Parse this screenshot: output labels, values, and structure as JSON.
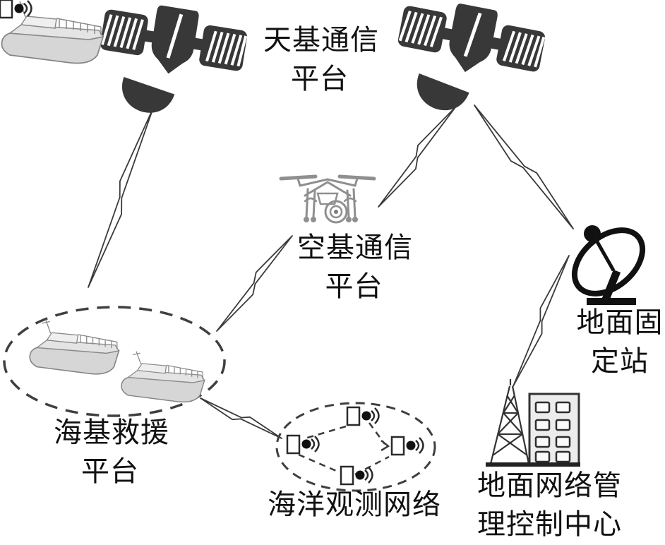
{
  "figure": {
    "type": "network-architecture-diagram",
    "background": "#ffffff",
    "colors": {
      "icon_dark": "#383838",
      "icon_black": "#111111",
      "icon_gray": "#8f8f8f",
      "ship_fill": "#d6d6d6",
      "ship_outline": "#858585",
      "outline": "#333333",
      "text": "#111111"
    },
    "nodes": [
      {
        "id": "space-platform",
        "icon": "satellite-icon",
        "icon_count": 2,
        "label_lines": [
          "天基通信",
          "平台"
        ]
      },
      {
        "id": "air-platform",
        "icon": "drone-icon",
        "label_lines": [
          "空基通信",
          "平台"
        ]
      },
      {
        "id": "sea-rescue-platform",
        "icon": "ships-in-dashed-ellipse",
        "ship_count": 2,
        "label_lines": [
          "海基救援",
          "平台"
        ]
      },
      {
        "id": "ocean-observation-network",
        "icon": "sensor-network-in-dashed-ellipse",
        "sensor_count": 4,
        "label_lines": [
          "海洋观测网络"
        ]
      },
      {
        "id": "ground-fixed-station",
        "icon": "satellite-dish-icon",
        "label_lines": [
          "地面固",
          "定站"
        ]
      },
      {
        "id": "ground-network-control-center",
        "icon": "tower-and-building-icon",
        "label_lines": [
          "地面网络管",
          "理控制中心"
        ]
      }
    ],
    "links": [
      {
        "from": "space-platform-left-satellite",
        "to": "sea-rescue-platform",
        "style": "lightning"
      },
      {
        "from": "air-platform",
        "to": "space-platform-right-satellite",
        "style": "lightning"
      },
      {
        "from": "sea-rescue-platform",
        "to": "air-platform",
        "style": "lightning"
      },
      {
        "from": "space-platform-right-satellite",
        "to": "ground-fixed-station",
        "style": "lightning"
      },
      {
        "from": "ground-fixed-station",
        "to": "ground-network-control-center",
        "style": "lightning"
      },
      {
        "from": "sea-rescue-platform",
        "to": "ocean-observation-network",
        "style": "lightning"
      },
      {
        "from": "sensor-node-top",
        "to": "sensor-node-right",
        "style": "dashed-arrow"
      },
      {
        "from": "sensor-node-top",
        "to": "sensor-node-left",
        "style": "dashed"
      },
      {
        "from": "sensor-node-left",
        "to": "sensor-node-bottom",
        "style": "dashed"
      },
      {
        "from": "sensor-node-bottom",
        "to": "sensor-node-right",
        "style": "dashed"
      }
    ]
  }
}
